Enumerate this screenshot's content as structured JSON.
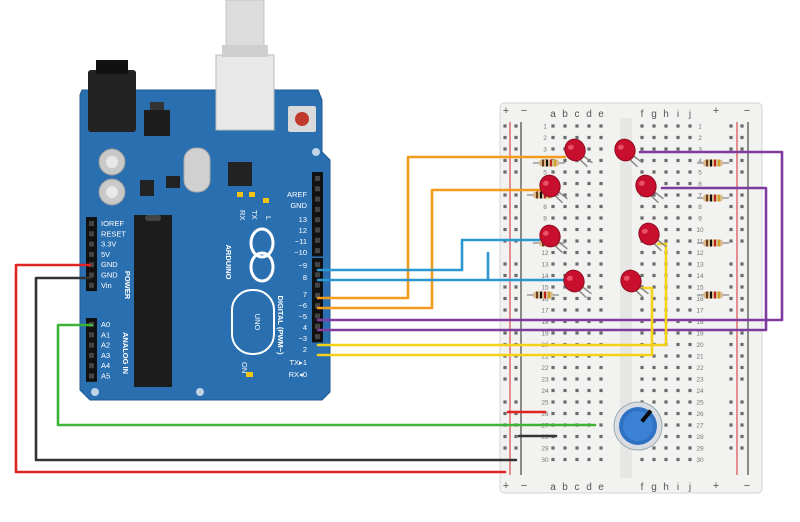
{
  "arduino": {
    "brand": "ARDUINO",
    "model": "UNO",
    "power_header": [
      "IOREF",
      "RESET",
      "3.3V",
      "5V",
      "GND",
      "GND",
      "Vin"
    ],
    "power_title": "POWER",
    "analog_header": [
      "A0",
      "A1",
      "A2",
      "A3",
      "A4",
      "A5"
    ],
    "analog_title": "ANALOG IN",
    "digital_header": [
      "AREF",
      "GND",
      "13",
      "12",
      "~11",
      "~10",
      "~9",
      "8",
      "7",
      "~6",
      "~5",
      "4",
      "~3",
      "2",
      "TX▸1",
      "RX◂0"
    ],
    "digital_title": "DIGITAL (PWM~)",
    "led_labels": [
      "RX",
      "TX",
      "L"
    ],
    "on_label": "ON"
  },
  "breadboard": {
    "letters_left": [
      "a",
      "b",
      "c",
      "d",
      "e"
    ],
    "letters_right": [
      "f",
      "g",
      "h",
      "i",
      "j"
    ],
    "plus": "+",
    "minus": "−",
    "rows": 30
  },
  "colors": {
    "board": "#2a6faf",
    "wire_orange": "#f29b1c",
    "wire_blue": "#2b97d0",
    "wire_purple": "#7f3b9e",
    "wire_yellow": "#f3d219",
    "wire_red": "#e02424",
    "wire_black": "#333333",
    "wire_green": "#3eb33a",
    "led_red": "#c8102e",
    "pot_blue": "#2f72c4"
  },
  "icons": [
    "arduino-logo-icon",
    "led-icon",
    "resistor-icon",
    "potentiometer-icon",
    "usb-connector-icon",
    "reset-button-icon"
  ]
}
